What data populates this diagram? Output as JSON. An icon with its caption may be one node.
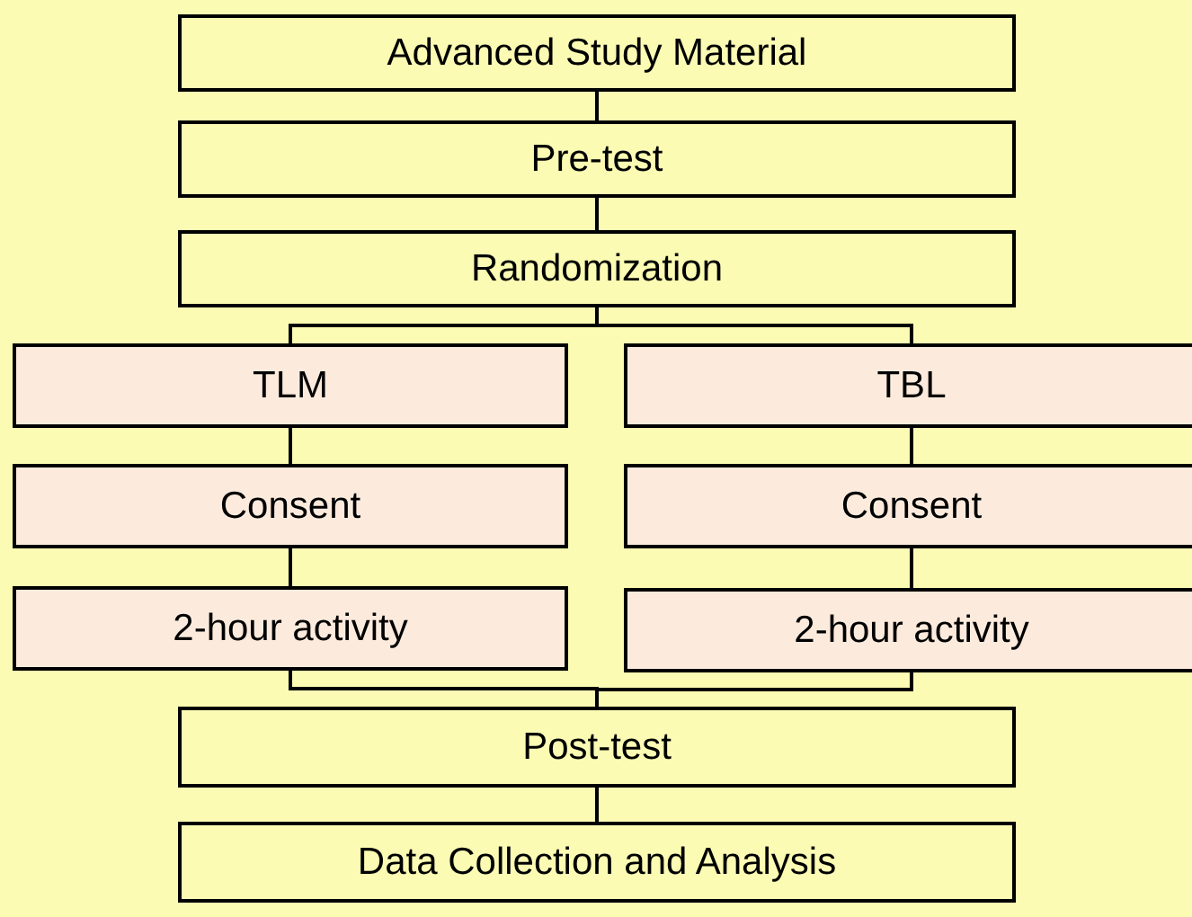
{
  "diagram": {
    "nodes": [
      {
        "text": [
          "Advanced Study Material"
        ]
      },
      {
        "text": [
          "Pre-test"
        ]
      },
      {
        "text": [
          "Randomization"
        ]
      },
      {
        "text": [
          "TLM"
        ]
      },
      {
        "text": [
          "TBL"
        ]
      },
      {
        "text": [
          "Consent"
        ]
      },
      {
        "text": [
          "Consent"
        ]
      },
      {
        "text": [
          "2-hour activity"
        ]
      },
      {
        "text": [
          "2-hour activity"
        ]
      },
      {
        "text": [
          "Post-test"
        ]
      },
      {
        "text": [
          "Data Collection and Analysis"
        ]
      }
    ],
    "edges": [
      {
        "from": 0,
        "to": 1,
        "arrow": "none"
      },
      {
        "from": 1,
        "to": 2,
        "arrow": "none"
      },
      {
        "from": 2,
        "to": 3,
        "arrow": "none"
      },
      {
        "from": 2,
        "to": 4,
        "arrow": "none"
      },
      {
        "from": 3,
        "to": 5,
        "arrow": "none"
      },
      {
        "from": 4,
        "to": 6,
        "arrow": "none"
      },
      {
        "from": 5,
        "to": 7,
        "arrow": "none"
      },
      {
        "from": 6,
        "to": 8,
        "arrow": "none"
      },
      {
        "from": 7,
        "to": 9,
        "arrow": "none"
      },
      {
        "from": 8,
        "to": 9,
        "arrow": "none"
      },
      {
        "from": 9,
        "to": 10,
        "arrow": "none"
      }
    ]
  }
}
